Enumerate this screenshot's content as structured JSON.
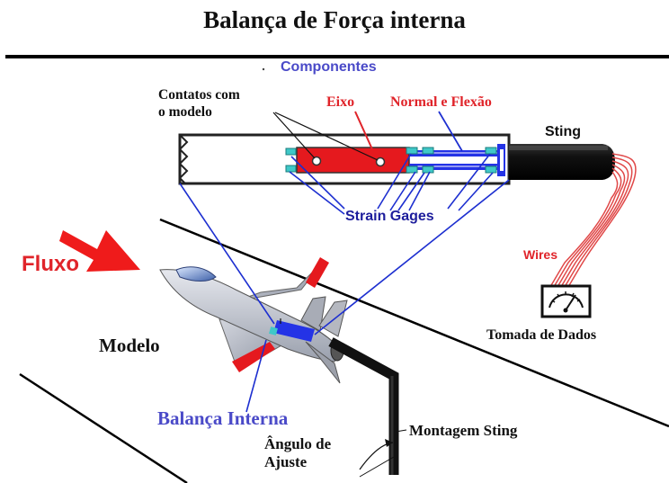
{
  "title": "Balança de Força interna",
  "labels": {
    "componentes": "Componentes",
    "contatos_line1": "Contatos com",
    "contatos_line2": "o modelo",
    "eixo": "Eixo",
    "normal_flexao": "Normal e Flexão",
    "sting": "Sting",
    "strain_gages": "Strain  Gages",
    "wires": "Wires",
    "fluxo": "Fluxo",
    "modelo": "Modelo",
    "tomada_de_dados": "Tomada de Dados",
    "balanca_interna": "Balança Interna",
    "montagem_sting": "Montagem Sting",
    "angulo_line1": "Ângulo de",
    "angulo_line2": "Ajuste"
  },
  "colors": {
    "red_label": "#e0242a",
    "blue_label": "#4a4ac8",
    "dark_blue_label": "#1d1d9c",
    "eixo_fill": "#e5191e",
    "strain_gage": "#3fc8c8",
    "balance_blue": "#2433e6",
    "wire": "#e45050"
  },
  "icons": {
    "flow_arrow": "red-arrow-icon",
    "data_meter": "gauge-meter-icon",
    "model": "jet-aircraft-icon"
  }
}
